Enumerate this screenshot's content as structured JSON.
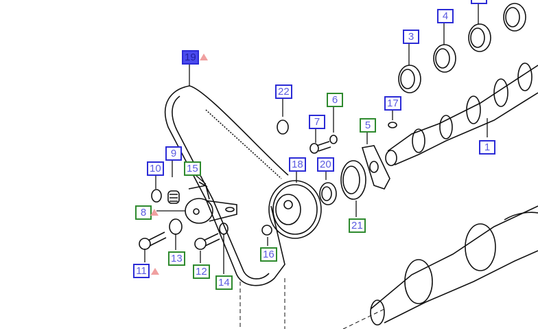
{
  "callouts": {
    "c19": "19",
    "c22": "22",
    "c6": "6",
    "c7": "7",
    "c17": "17",
    "c5": "5",
    "c3": "3",
    "c4": "4",
    "c1": "1",
    "c18": "18",
    "c20": "20",
    "c21": "21",
    "c16": "16",
    "c9": "9",
    "c10": "10",
    "c15": "15",
    "c8": "8",
    "c13": "13",
    "c11": "11",
    "c12": "12",
    "c14": "14"
  },
  "colors": {
    "blue_callout": "#2b2bd6",
    "green_callout": "#2e8a2e",
    "selected_callout": "#4a4aee",
    "warning_flag": "#f0a0a0"
  }
}
